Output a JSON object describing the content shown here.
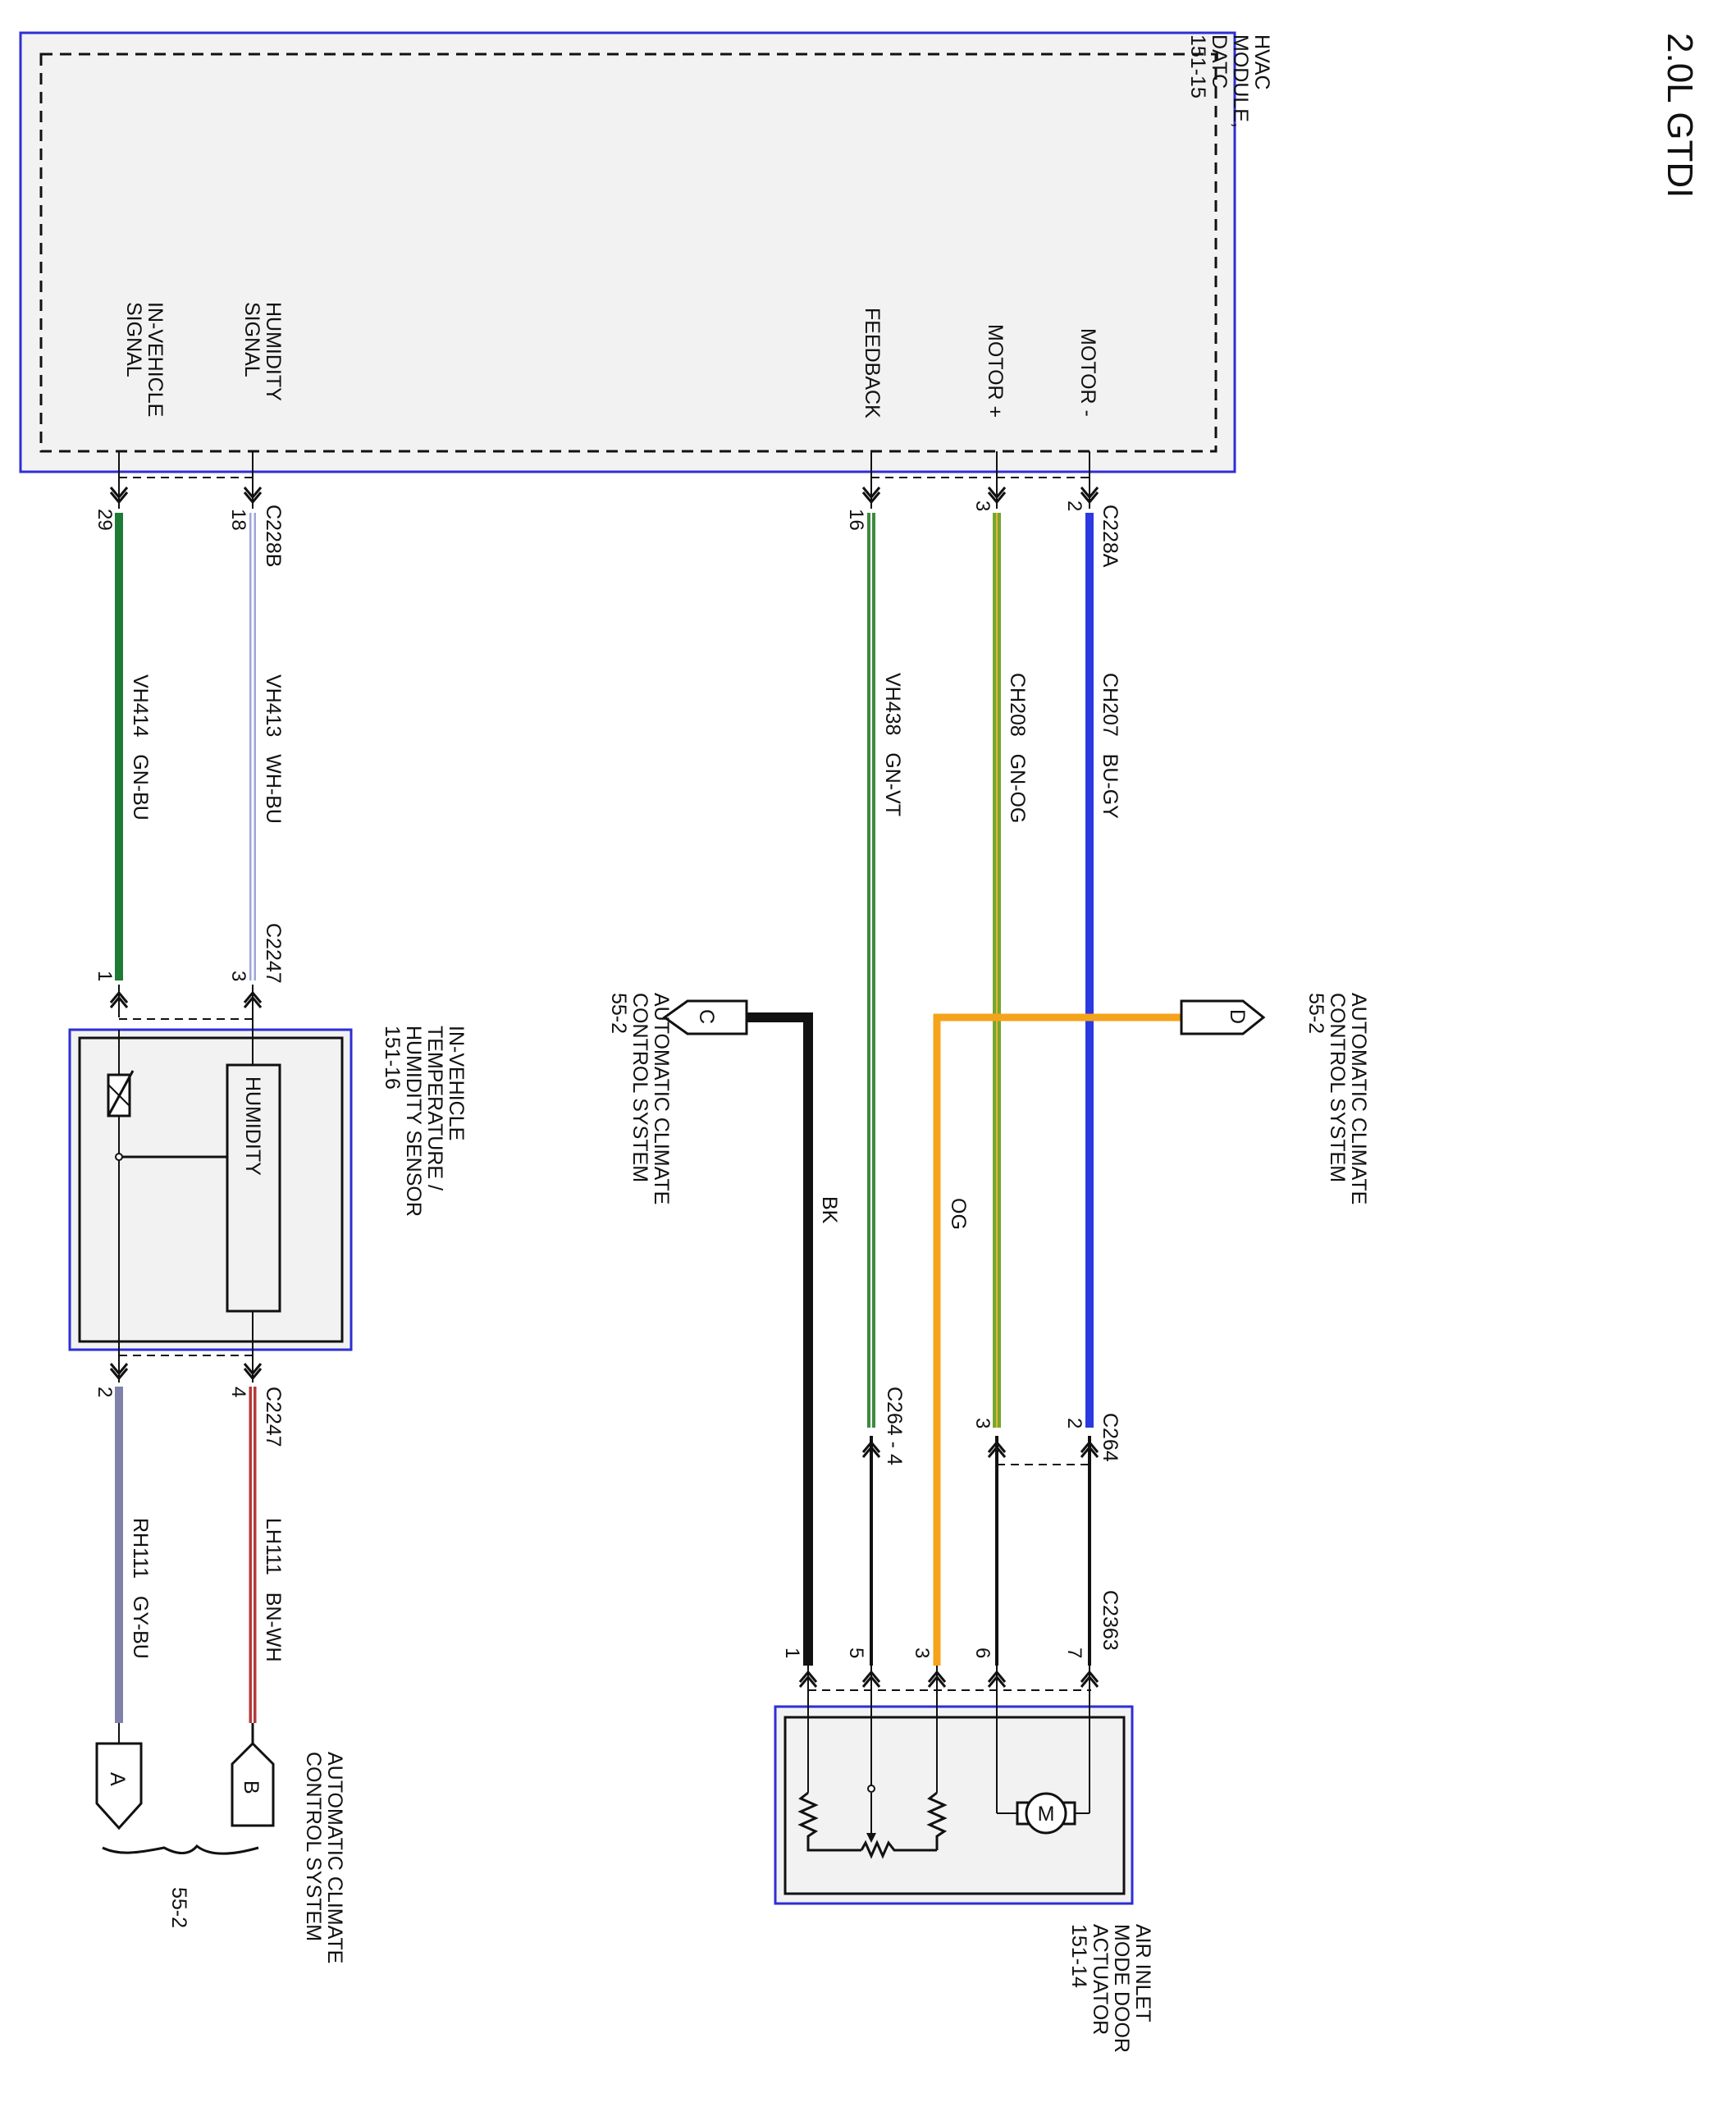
{
  "page_title": "2.0L GTDI",
  "colors": {
    "module_border": "#2e2ed6",
    "module_fill": "#f2f2f2",
    "GN-BU": "#1e7b36",
    "WH-BU": "#9fa6d8",
    "GN-VT": "#3e8a40",
    "GN-OG": "#74a72e",
    "BU-GY": "#2b39e0",
    "GY-BU": "#7f81aa",
    "BN-WH": "#b33a3a",
    "OG": "#f5a31b",
    "BK": "#111111"
  },
  "modules": {
    "hvac": {
      "lines": [
        "HVAC",
        "MODULE,",
        "DATC",
        "151-15"
      ]
    },
    "sensor": {
      "lines": [
        "IN-VEHICLE",
        "TEMPERATURE /",
        "HUMIDITY SENSOR",
        "151-16"
      ],
      "inner_label": "HUMIDITY"
    },
    "actuator": {
      "lines": [
        "AIR INLET",
        "MODE DOOR",
        "ACTUATOR",
        "151-14"
      ]
    }
  },
  "signals": {
    "in_vehicle": [
      "IN-VEHICLE",
      "SIGNAL"
    ],
    "humidity": [
      "HUMIDITY",
      "SIGNAL"
    ],
    "feedback": "FEEDBACK",
    "motor_plus": "MOTOR +",
    "motor_minus": "MOTOR -"
  },
  "connectors": {
    "c228b": "C228B",
    "c228a": "C228A",
    "c2247_top": "C2247",
    "c2247_bottom": "C2247",
    "c264_4": "C264 - 4",
    "c264": "C264",
    "c2363": "C2363"
  },
  "pins": {
    "p29": "29",
    "p18": "18",
    "p16": "16",
    "p3_hvac": "3",
    "p2_hvac": "2",
    "s1": "1",
    "s3": "3",
    "s2": "2",
    "s4": "4",
    "c264_3": "3",
    "c264_2": "2",
    "a1": "1",
    "a5": "5",
    "a3": "3",
    "a6": "6",
    "a7": "7"
  },
  "wires": [
    {
      "circuit": "VH414",
      "color": "GN-BU"
    },
    {
      "circuit": "VH413",
      "color": "WH-BU"
    },
    {
      "circuit": "VH438",
      "color": "GN-VT"
    },
    {
      "circuit": "CH208",
      "color": "GN-OG"
    },
    {
      "circuit": "CH207",
      "color": "BU-GY"
    },
    {
      "circuit": "RH111",
      "color": "GY-BU"
    },
    {
      "circuit": "LH111",
      "color": "BN-WH"
    },
    {
      "circuit": "",
      "color": "OG"
    },
    {
      "circuit": "",
      "color": "BK"
    }
  ],
  "wire_labels": {
    "vh414": "VH414   GN-BU",
    "vh413": "VH413   WH-BU",
    "vh438": "VH438   GN-VT",
    "ch208": "CH208   GN-OG",
    "ch207": "CH207   BU-GY",
    "rh111": "RH111   GY-BU",
    "lh111": "LH111   BN-WH",
    "og": "OG",
    "bk": "BK"
  },
  "refs": {
    "c": {
      "letter": "C",
      "lines": [
        "AUTOMATIC CLIMATE",
        "CONTROL SYSTEM",
        "55-2"
      ]
    },
    "d": {
      "letter": "D",
      "lines": [
        "AUTOMATIC CLIMATE",
        "CONTROL SYSTEM",
        "55-2"
      ]
    },
    "a": {
      "letter": "A"
    },
    "b": {
      "letter": "B",
      "lines": [
        "AUTOMATIC CLIMATE",
        "CONTROL SYSTEM"
      ]
    },
    "ab_page": "55-2"
  }
}
